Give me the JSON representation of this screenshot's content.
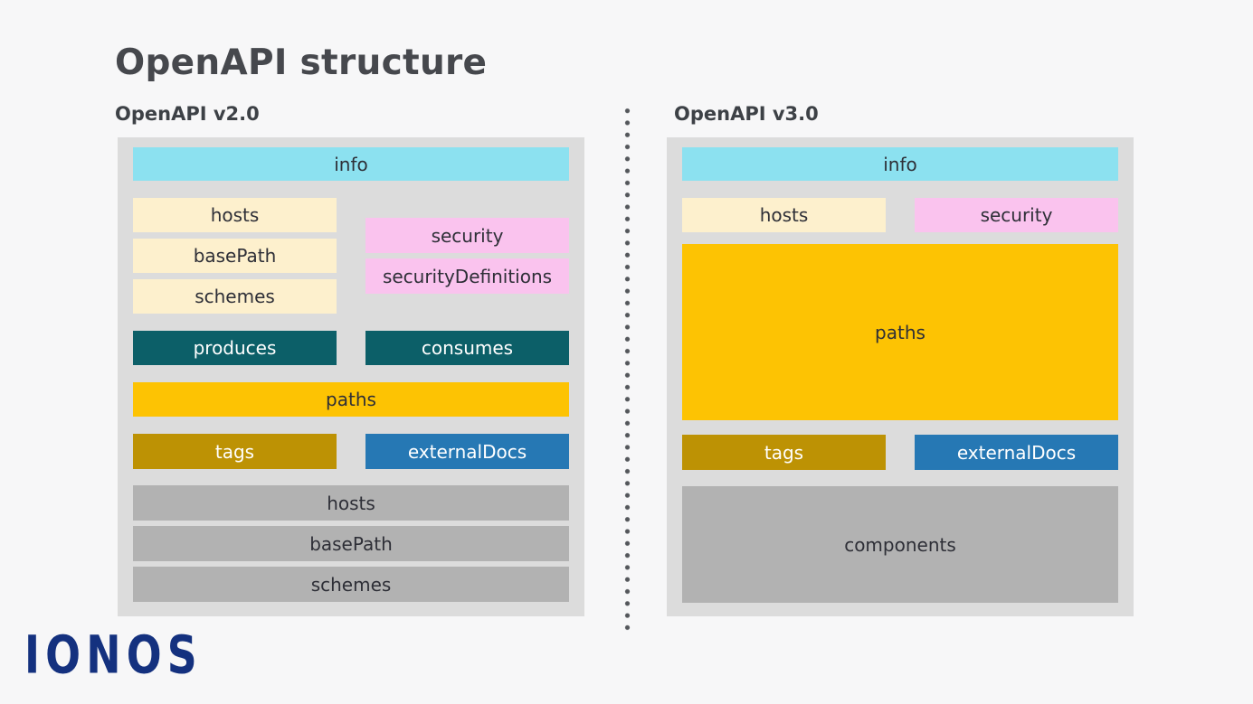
{
  "title": "OpenAPI structure",
  "v2": {
    "label": "OpenAPI v2.0",
    "info": "info",
    "hosts": "hosts",
    "basePath": "basePath",
    "schemes": "schemes",
    "security": "security",
    "securityDefinitions": "securityDefinitions",
    "produces": "produces",
    "consumes": "consumes",
    "paths": "paths",
    "tags": "tags",
    "externalDocs": "externalDocs",
    "deprecated": {
      "hosts": "hosts",
      "basePath": "basePath",
      "schemes": "schemes"
    }
  },
  "v3": {
    "label": "OpenAPI v3.0",
    "info": "info",
    "hosts": "hosts",
    "security": "security",
    "paths": "paths",
    "tags": "tags",
    "externalDocs": "externalDocs",
    "components": "components"
  },
  "brand": {
    "logo_text": "IONOS"
  },
  "colors": {
    "background": "#f7f7f8",
    "panel_background": "#dcdcdc",
    "info": "#8ce1f0",
    "host_meta": "#fdf0cd",
    "security": "#fac3ee",
    "produces_consumes": "#0c5f68",
    "paths": "#fdc303",
    "tags": "#bd9204",
    "external_docs": "#2678b4",
    "deprecated_gray": "#b2b2b2",
    "logo_blue": "#14317f",
    "title_text": "#46484d"
  }
}
